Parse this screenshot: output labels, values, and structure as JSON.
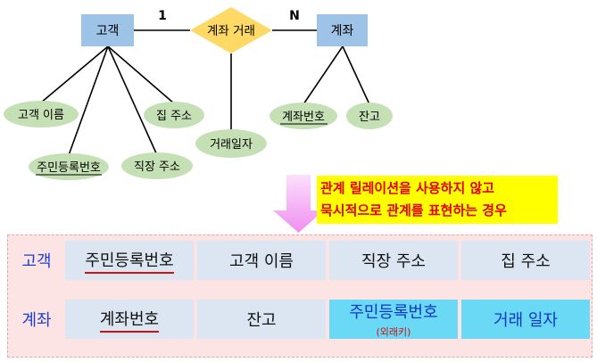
{
  "er": {
    "relationship": "계좌 거래",
    "entities": {
      "customer": "고객",
      "account": "계좌"
    },
    "cardinality": {
      "left": "1",
      "right": "N"
    },
    "customer_attributes": {
      "name": "고객 이름",
      "rrn": "주민등록번호",
      "work_address": "직장 주소",
      "home_address": "집 주소"
    },
    "relationship_attribute": "거래일자",
    "account_attributes": {
      "account_number": "계좌번호",
      "balance": "잔고"
    }
  },
  "note": {
    "line1": "관계 릴레이션을 사용하지 않고",
    "line2": "묵시적으로 관계를 표현하는 경우"
  },
  "tables": {
    "customer": {
      "label": "고객",
      "cells": [
        "주민등록번호",
        "고객 이름",
        "직장 주소",
        "집 주소"
      ]
    },
    "account": {
      "label": "계좌",
      "cells": [
        "계좌번호",
        "잔고",
        "주민등록번호",
        "거래 일자"
      ],
      "fk_note": "(외래키)"
    }
  },
  "colors": {
    "entity_fill": "#9dc3e6",
    "relationship_fill": "#ffd966",
    "attribute_fill": "#c5e0b4",
    "arrow_fill": "#f4a6f4",
    "note_bg": "#ffff00",
    "note_text": "#e20000",
    "panel_bg": "#fde4e4",
    "cell_bg": "#dce6f2",
    "fk_cell_bg": "#69d9f5",
    "row_label": "#1a3fcf",
    "underline": "#d01010"
  }
}
